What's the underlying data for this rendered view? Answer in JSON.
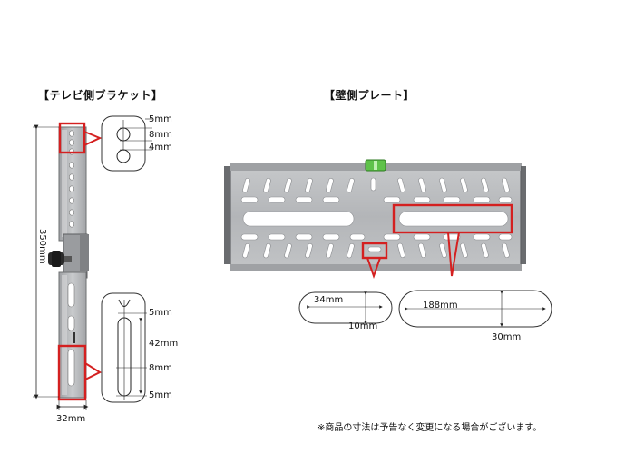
{
  "headings": {
    "tv_bracket": "【テレビ側ブラケット】",
    "wall_plate": "【壁側プレート】"
  },
  "tv_bracket": {
    "height_label": "350mm",
    "width_label": "32mm",
    "top_detail": {
      "d1": "5mm",
      "d2": "8mm",
      "d3": "4mm"
    },
    "bottom_detail": {
      "d1": "5mm",
      "d2": "42mm",
      "d3": "8mm",
      "d4": "5mm"
    }
  },
  "wall_plate": {
    "small_slot": {
      "width": "34mm",
      "height": "10mm"
    },
    "large_slot": {
      "width": "188mm",
      "height": "30mm"
    }
  },
  "footnote": "※商品の寸法は予告なく変更になる場合がございます。",
  "colors": {
    "highlight": "#d42020",
    "steel": "#b9bbbd",
    "steel_dark": "#6e7072",
    "level_green": "#5fc24a"
  }
}
